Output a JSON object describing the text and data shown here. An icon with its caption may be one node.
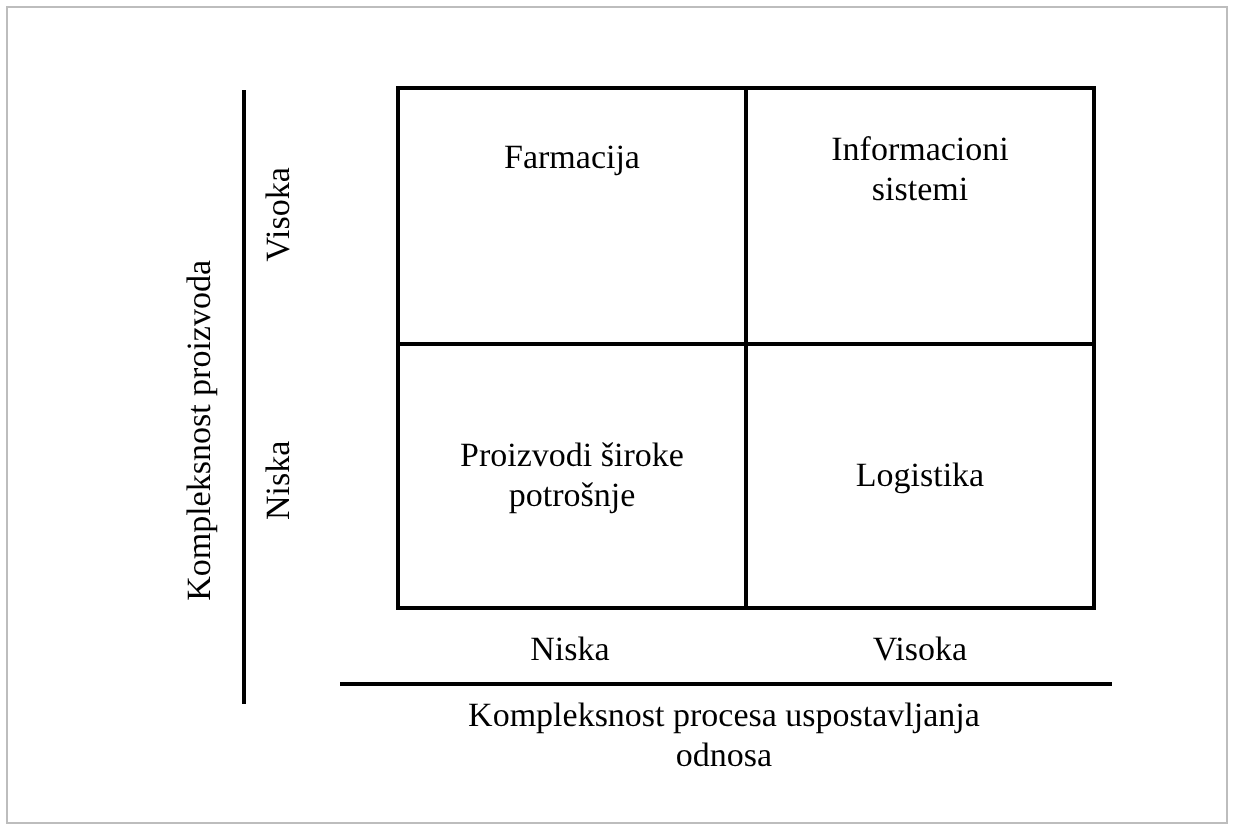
{
  "diagram": {
    "nodes": [
      {
        "text": [
          "Farmacija"
        ]
      },
      {
        "text": [
          "Informacioni sistemi"
        ]
      },
      {
        "text": [
          "Proizvodi široke potrošnje"
        ]
      },
      {
        "text": [
          "Logistika"
        ]
      }
    ],
    "labels": [
      "Kompleksnost proizvoda",
      "Visoka",
      "Niska",
      "Niska",
      "Visoka",
      "Kompleksnost procesa uspostavljanja odnosa"
    ]
  }
}
